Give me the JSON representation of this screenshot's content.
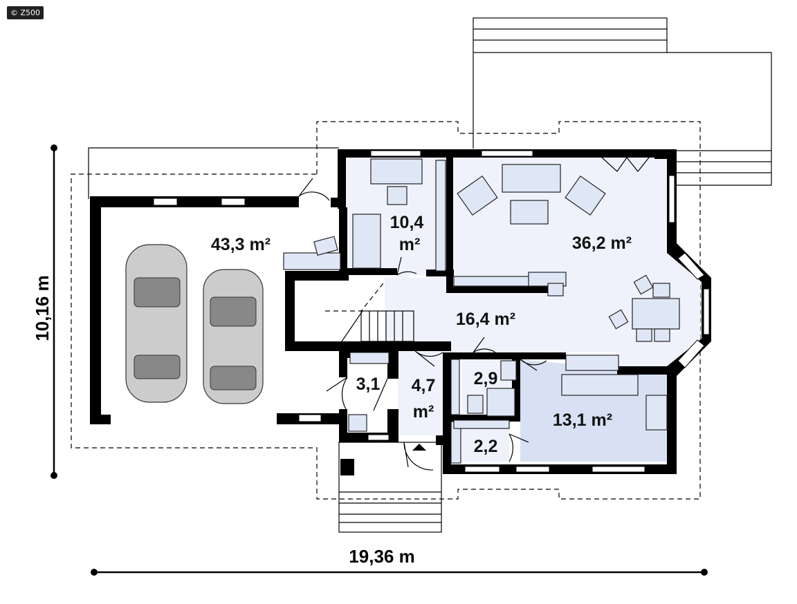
{
  "copyright": "© Z500",
  "dimensions": {
    "width": "19,36 m",
    "height": "10,16 m"
  },
  "rooms": {
    "garage": {
      "area": "43,3 m²"
    },
    "office": {
      "area_line1": "10,4",
      "area_line2": "m²"
    },
    "living": {
      "area": "36,2 m²"
    },
    "hall": {
      "area": "16,4 m²"
    },
    "wc": {
      "area": "3,1"
    },
    "vestibule": {
      "area_line1": "4,7",
      "area_line2": "m²"
    },
    "bath": {
      "area": "2,9"
    },
    "pantry": {
      "area": "2,2"
    },
    "kitchen": {
      "area": "13,1 m²"
    }
  }
}
